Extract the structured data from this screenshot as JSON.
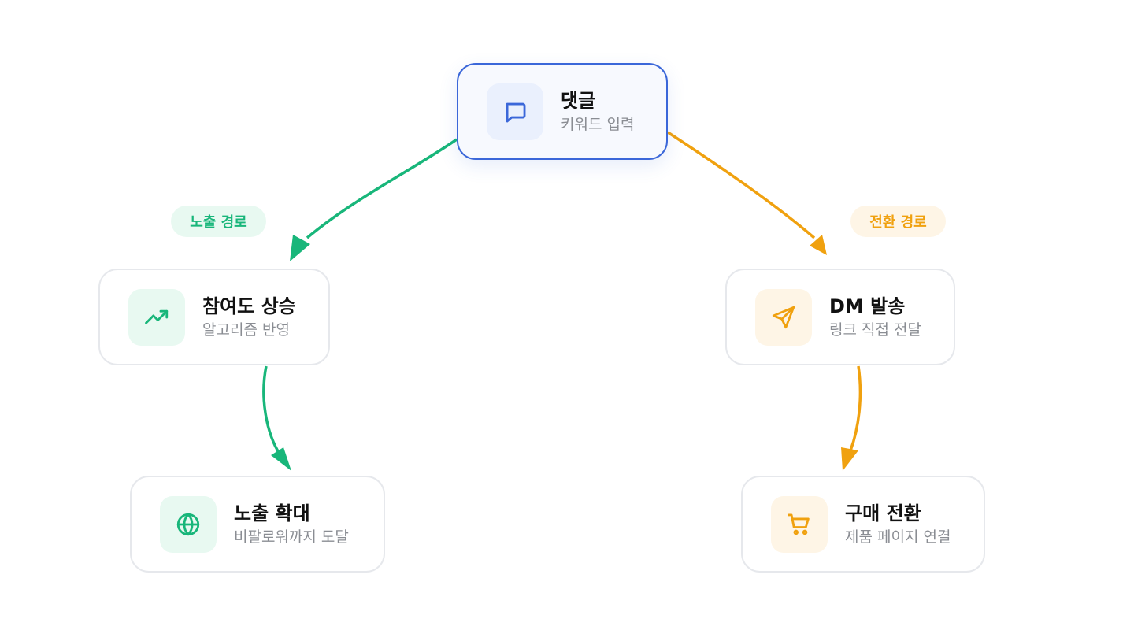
{
  "colors": {
    "primary": "#3b67d9",
    "primary_bg": "#eaf0fd",
    "green": "#18b67a",
    "green_bg": "#e8f9f1",
    "orange": "#f0a10f",
    "orange_bg": "#fef5e6"
  },
  "paths": {
    "exposure": {
      "label": "노출 경로"
    },
    "conversion": {
      "label": "전환 경로"
    }
  },
  "nodes": {
    "comment": {
      "title": "댓글",
      "subtitle": "키워드 입력",
      "icon": "chat-bubble-icon"
    },
    "engagement": {
      "title": "참여도 상승",
      "subtitle": "알고리즘 반영",
      "icon": "trending-up-icon"
    },
    "reach": {
      "title": "노출 확대",
      "subtitle": "비팔로워까지 도달",
      "icon": "globe-icon"
    },
    "dm": {
      "title": "DM 발송",
      "subtitle": "링크 직접 전달",
      "icon": "send-icon"
    },
    "purchase": {
      "title": "구매 전환",
      "subtitle": "제품 페이지 연결",
      "icon": "shopping-cart-icon"
    }
  }
}
